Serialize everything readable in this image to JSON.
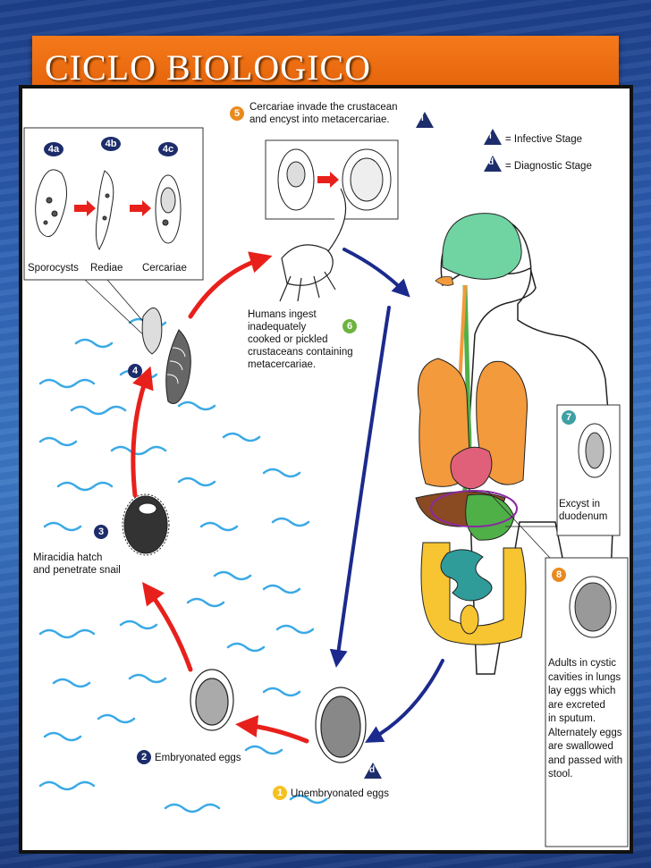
{
  "slide": {
    "title": "CICLO BIOLOGICO"
  },
  "legend": {
    "infective_symbol": "i",
    "infective_label": "= Infective Stage",
    "diagnostic_symbol": "d",
    "diagnostic_label": "= Diagnostic Stage"
  },
  "steps": {
    "s1": {
      "num": "1",
      "label": "Unembryonated eggs"
    },
    "s2": {
      "num": "2",
      "label": "Embryonated eggs"
    },
    "s3": {
      "num": "3",
      "label": "Miracidia hatch\nand penetrate snail"
    },
    "s4": {
      "num": "4"
    },
    "s4a": {
      "num": "4a",
      "label": "Sporocysts"
    },
    "s4b": {
      "num": "4b",
      "label": "Rediae"
    },
    "s4c": {
      "num": "4c",
      "label": "Cercariae"
    },
    "s5": {
      "num": "5",
      "label": "Cercariae invade the crustacean\nand encyst into metacercariae."
    },
    "s6": {
      "num": "6",
      "label": "Humans ingest\ninadequately\ncooked or pickled\ncrustaceans containing\nmetacercariae."
    },
    "s7": {
      "num": "7",
      "label": "Excyst in\nduodenum"
    },
    "s8": {
      "num": "8",
      "label": "Adults in cystic\ncavities in lungs\nlay eggs which\nare excreted\nin sputum.\nAlternately eggs\nare swallowed\nand passed with\nstool."
    }
  },
  "colors": {
    "banner": "#f07518",
    "cycle_arrow_red": "#e8201c",
    "human_arrow_navy": "#1b2a8c",
    "water_blue": "#3aa9e6",
    "brain": "#6fd3a2",
    "lungs": "#f39a3c",
    "intestine_large": "#f6c531",
    "intestine_small": "#2f9c9a",
    "stomach": "#4fb048",
    "liver": "#8a4a22",
    "heart": "#e0607a"
  }
}
